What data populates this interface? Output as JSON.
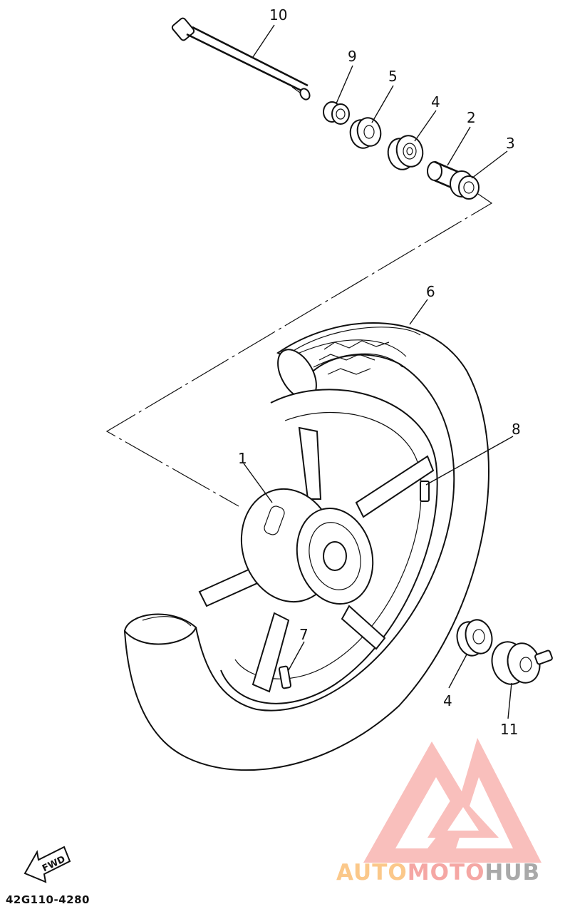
{
  "diagram": {
    "code": "42G110-4280",
    "fwd_label": "FWD",
    "callouts": [
      "10",
      "9",
      "5",
      "4",
      "2",
      "3",
      "6",
      "8",
      "1",
      "7",
      "4",
      "11"
    ]
  },
  "watermark": {
    "part1": "AUTO",
    "part2": "MOTO",
    "part3": "HUB",
    "colors": {
      "orange": "#fbc88a",
      "pink": "#f5a7a4",
      "gray": "#a9a9a9"
    }
  }
}
